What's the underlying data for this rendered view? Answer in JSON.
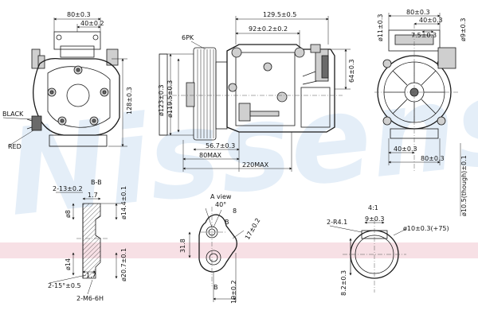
{
  "watermark": {
    "text": "Nissens",
    "color": "#cfe1f3",
    "band_color": "#f4d5dc"
  },
  "front_view": {
    "dim_top": "80±0.3",
    "dim_inner": "40±0.2",
    "dim_height": "128±0.3",
    "wire_black": "BLACK",
    "wire_red": "RED"
  },
  "side_view": {
    "dim_overall_top": "129.5±0.5",
    "dim_mount": "92±0.2±0.2",
    "dim_right": "64±0.3",
    "belt": "6PK",
    "dim_pulley_dia": "ø123±0.3",
    "dim_pulley_inner": "ø119.5±0.3",
    "dim_bottom_short": "56.7±0.3",
    "dim_bottom_max": "80MAX",
    "dim_overall": "220MAX"
  },
  "rear_view": {
    "dim_top": "80±0.3",
    "dim_inner": "40±0.3",
    "dim_spacing": "7.5±0.3",
    "dim_hole": "ø11±0.3",
    "dim_right": "ø9±0.3",
    "dim_bottom_left": "40±0.3",
    "dim_bottom": "80±0.3",
    "dim_through": "ø10.5(though)±0.1"
  },
  "section_bb": {
    "title": "B-B",
    "dim_chamfer": "2-13±0.2",
    "dim_step": "1.7",
    "dim_dia_a": "ø8",
    "dim_dia_b": "ø14.4±0.1",
    "dim_dia_c": "ø14",
    "dim_dia_d": "ø20.7±0.1",
    "dim_step2": "1.7",
    "dim_chamfer2": "2-15°±0.5",
    "dim_thread": "2-M6-6H"
  },
  "view_a": {
    "title": "A view",
    "dim_angle": "40°",
    "dim_width": "8",
    "dim_slope": "17±0.2",
    "dim_height": "31.8",
    "dim_bottom": "19±0.2",
    "label_b_top": "B",
    "label_b_bottom": "B"
  },
  "detail_41": {
    "scale": "4:1",
    "dim_radius": "2-R4.1",
    "dim_slot": "9±0.3",
    "dim_dia": "ø10±0.3(+75)",
    "dim_depth": "8.2±0.3"
  }
}
